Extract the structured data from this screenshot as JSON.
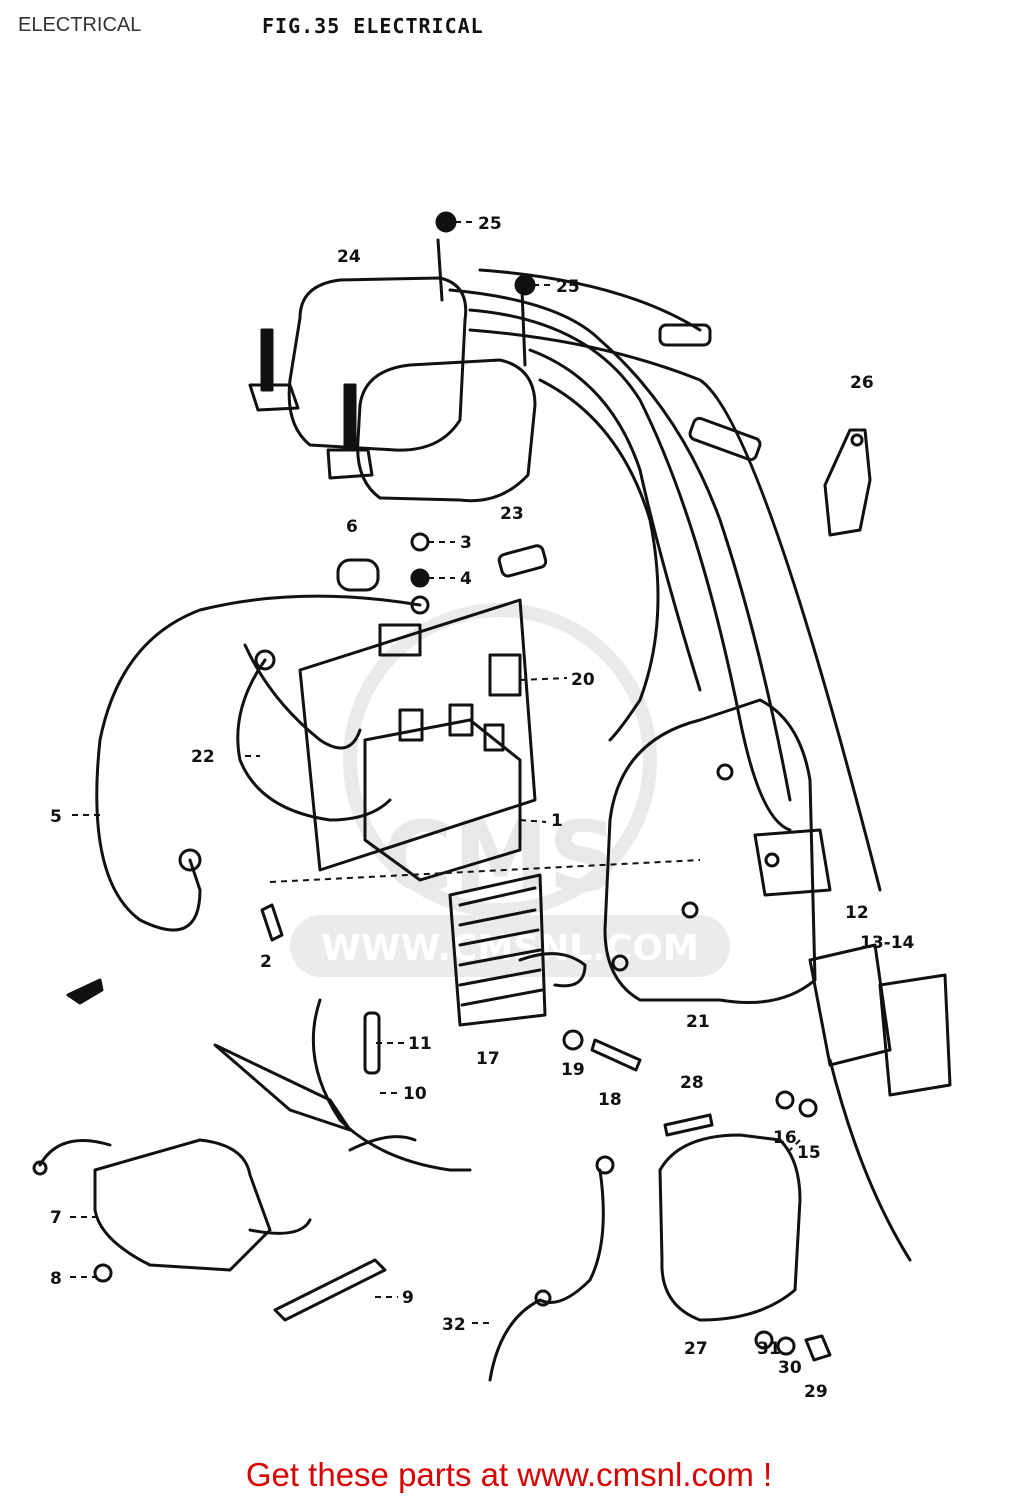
{
  "header": {
    "section_label": "ELECTRICAL",
    "figure_title": "FIG.35  ELECTRICAL"
  },
  "watermark": {
    "brand": "CMS",
    "url": "WWW.CMSNL.COM"
  },
  "footer": {
    "text": "Get these parts at www.cmsnl.com !"
  },
  "callouts": [
    "1",
    "2",
    "3",
    "4",
    "5",
    "6",
    "7",
    "8",
    "9",
    "10",
    "11",
    "12",
    "13-14",
    "15",
    "16",
    "17",
    "18",
    "19",
    "20",
    "21",
    "22",
    "23",
    "24",
    "25",
    "25",
    "26",
    "27",
    "28",
    "29",
    "30",
    "31",
    "32"
  ],
  "colors": {
    "line": "#111111",
    "footer": "#d80000",
    "watermark": "#e6e6e6"
  }
}
